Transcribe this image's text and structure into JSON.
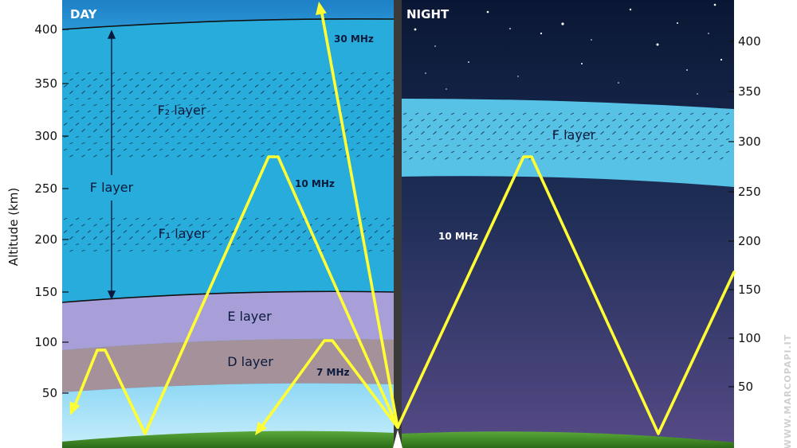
{
  "panels": {
    "day_label": "DAY",
    "night_label": "NIGHT"
  },
  "axis": {
    "title": "Altitude (km)",
    "left_ticks": [
      "400",
      "350",
      "300",
      "250",
      "200",
      "150",
      "100",
      "50"
    ],
    "right_ticks": [
      "400",
      "350",
      "300",
      "250",
      "200",
      "150",
      "100",
      "50"
    ]
  },
  "day_layers": {
    "f2": "F₂ layer",
    "f_layer": "F layer",
    "f1": "F₁ layer",
    "e": "E layer",
    "d": "D layer"
  },
  "night_layers": {
    "f": "F layer"
  },
  "frequencies": {
    "day_high": "30 MHz",
    "day_mid": "10 MHz",
    "day_low": "7 MHz",
    "night_mid": "10 MHz"
  },
  "watermark": "WWW.MARCOPAPI.IT",
  "colors": {
    "ray": "#ffff33",
    "day_sky": "#27acdc",
    "e_layer": "#a89fd8",
    "d_layer": "#a59199",
    "night_f_layer": "#57c2e6",
    "ground": "#3d8f24"
  }
}
